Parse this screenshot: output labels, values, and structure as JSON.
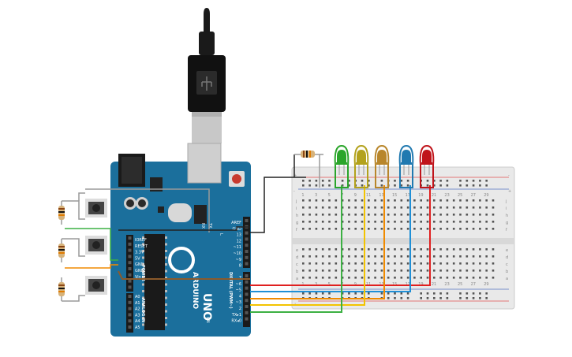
{
  "arduino": {
    "brand": "ARDUINO",
    "model": "UNO",
    "on_label": "ON",
    "l_label": "L",
    "tx_label": "TX",
    "rx_label": "RX",
    "power_header": "POWER",
    "analog_header": "ANALOG IN",
    "digital_header": "DIGITAL (PWM~)",
    "power_pins": [
      "IOREF",
      "RESET",
      "3.3V",
      "5V",
      "GND",
      "GND",
      "Vin"
    ],
    "analog_pins": [
      "A0",
      "A1",
      "A2",
      "A3",
      "A4",
      "A5"
    ],
    "top_header_pins": [
      "AREF",
      "GND",
      "13",
      "12",
      "~11",
      "~10",
      "~9",
      "8"
    ],
    "digital_pins": [
      "7",
      "~6",
      "~5",
      "4",
      "~3",
      "2",
      "TX▸1",
      "RX◂0"
    ]
  },
  "breadboard": {
    "row_letters_top": [
      "j",
      "i",
      "h",
      "g",
      "f"
    ],
    "row_letters_bottom": [
      "e",
      "d",
      "c",
      "b",
      "a"
    ],
    "rail_plus": "+",
    "rail_minus": "-",
    "column_numbers": [
      "1",
      "3",
      "5",
      "7",
      "9",
      "11",
      "13",
      "15",
      "17",
      "19",
      "21",
      "23",
      "25",
      "27",
      "29"
    ]
  },
  "leds": [
    {
      "color": "#2aa52a"
    },
    {
      "color": "#b3a21c"
    },
    {
      "color": "#b8862b"
    },
    {
      "color": "#2079b0"
    },
    {
      "color": "#c0141b"
    }
  ],
  "wire_colors": {
    "green": "#3cb043",
    "yellow": "#f3c300",
    "orange": "#f08a00",
    "blue": "#1f8fd6",
    "red": "#e02020",
    "brown": "#8b5a2b",
    "black": "#222222",
    "gray": "#9a9a9a"
  }
}
